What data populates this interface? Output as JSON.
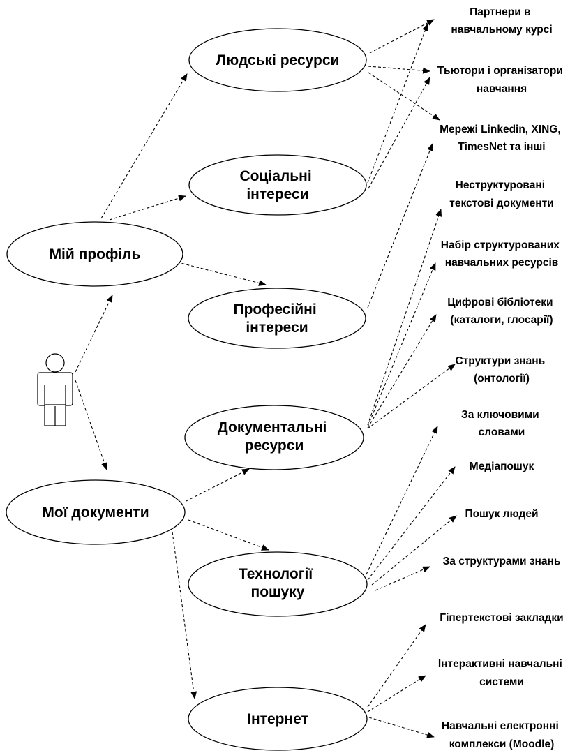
{
  "nodes": {
    "my_profile": [
      "Мій профіль"
    ],
    "my_documents": [
      "Мої документи"
    ],
    "human_resources": [
      "Людські ресурси"
    ],
    "social_interests": [
      "Соціальні",
      "інтереси"
    ],
    "professional_interests": [
      "Професійні",
      "інтереси"
    ],
    "document_resources": [
      "Документальні",
      "ресурси"
    ],
    "search_technologies": [
      "Технології",
      "пошуку"
    ],
    "internet": [
      "Інтернет"
    ]
  },
  "leaves": {
    "partners": [
      "Партнери в",
      "навчальному курсі"
    ],
    "tutors": [
      "Тьютори і організатори",
      "навчання"
    ],
    "networks": [
      "Мережі Linkedin, XING,",
      "TimesNet та інші"
    ],
    "unstructured_docs": [
      "Неструктуровані",
      "текстові документи"
    ],
    "structured_resources": [
      "Набір структурованих",
      "навчальних ресурсів"
    ],
    "digital_libraries": [
      "Цифрові бібліотеки",
      "(каталоги, глосарії)"
    ],
    "knowledge_structures": [
      "Структури знань",
      "(онтології)"
    ],
    "by_keywords": [
      "За ключовими",
      "словами"
    ],
    "media_search": [
      "Медіапошук"
    ],
    "people_search": [
      "Пошук людей"
    ],
    "by_knowledge_structures": [
      "За структурами знань"
    ],
    "hypertext_bookmarks": [
      "Гіпертекстові закладки"
    ],
    "interactive_systems": [
      "Інтерактивні навчальні",
      "системи"
    ],
    "elearning_complexes": [
      "Навчальні електронні",
      "комплекси (Moodle)"
    ]
  }
}
